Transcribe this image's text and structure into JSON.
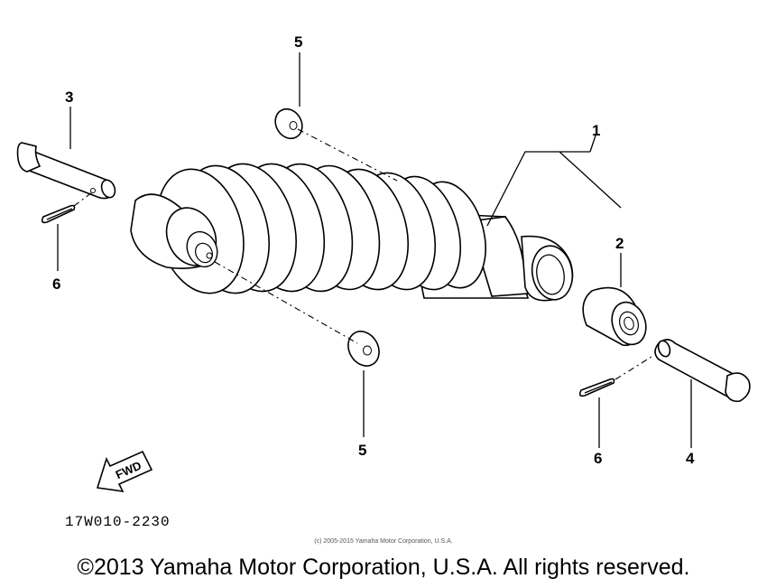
{
  "callouts": {
    "c1": "1",
    "c2": "2",
    "c3": "3",
    "c4": "4",
    "c5_top": "5",
    "c5_bottom": "5",
    "c6_left": "6",
    "c6_right": "6"
  },
  "fwd_label": "FWD",
  "diagram_code": "17W010-2230",
  "small_copyright": "(c) 2005-2015 Yamaha Motor Corporation, U.S.A.",
  "copyright": "©2013 Yamaha Motor Corporation, U.S.A. All rights reserved."
}
